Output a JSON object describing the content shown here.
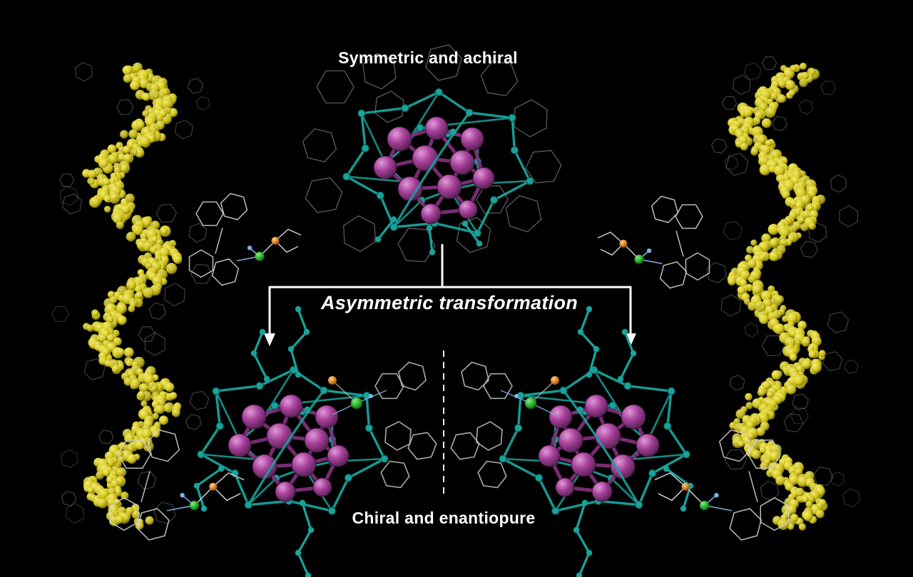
{
  "figure": {
    "top_label": "Symmetric and achiral",
    "center_label": "Asymmetric transformation",
    "bottom_label": "Chiral and enantiopure"
  },
  "colors": {
    "background": "#000000",
    "text": "#ffffff",
    "cluster_core": "#a6409a",
    "cluster_cage": "#18a39b",
    "helix": "#d6c91f",
    "wireframe": "#a8a8a8",
    "metal_green": "#23b226",
    "phosphorus_orange": "#e08322",
    "nitrogen_blue": "#7fb2e5",
    "arrow": "#ffffff"
  }
}
